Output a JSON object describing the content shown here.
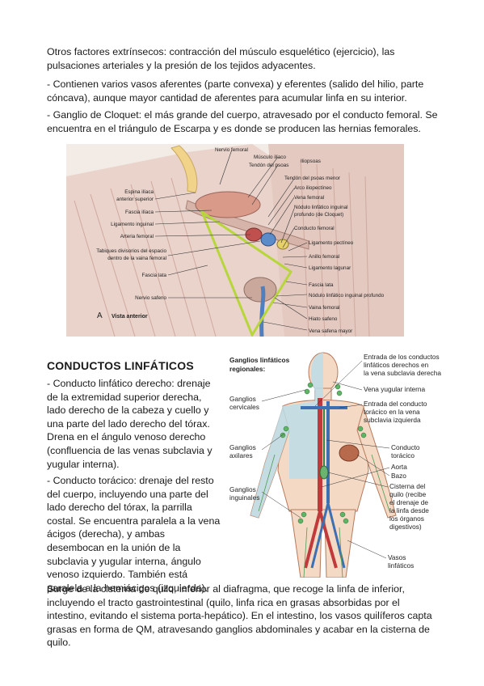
{
  "intro": {
    "p1": "Otros factores extrínsecos: contracción del músculo esquelético (ejercicio), las pulsaciones arteriales y la presión de los tejidos adyacentes.",
    "p2": "- Contienen varios vasos aferentes (parte convexa) y eferentes (salido del hilio, parte cóncava), aunque mayor cantidad de aferentes para acumular linfa en su interior.",
    "p3": "- Ganglio de Cloquet: el más grande del cuerpo, atravesado por el conducto femoral. Se encuentra en el triángulo de Escarpa y es donde se producen las hernias femorales."
  },
  "figure1": {
    "labels_right": [
      "Nervio femoral",
      "Músculo ilíaco",
      "Tendón del psoas",
      "Iliopsoas",
      "Tendón del psoas menor",
      "Arco iliopectíneo",
      "Vena femoral",
      "Nódulo linfático inguinal",
      "profundo (de Cloquet)",
      "Conducto femoral",
      "Ligamento pectíneo",
      "Anillo femoral",
      "Ligamento lagunar",
      "Fascia lata",
      "Nódulo linfático inguinal profundo",
      "Vaina femoral",
      "Hiato safeno",
      "Vena safena mayor"
    ],
    "labels_left": [
      "Espina ilíaca",
      "anterior superior",
      "Fascia ilíaca",
      "Ligamento inguinal",
      "Arteria femoral",
      "Tabiques divisorios del espacio",
      "dentro de la vaina femoral",
      "Fascia lata",
      "Nervio safeno"
    ],
    "caption_letter": "A",
    "caption": "Vista anterior",
    "accent": "#b7d63a"
  },
  "section": {
    "title": "CONDUCTOS LINFÁTICOS",
    "p1": "- Conducto linfático derecho: drenaje de la extremidad superior derecha, lado derecho de la cabeza y cuello y una parte del lado derecho del tórax. Drena en el ángulo venoso derecho (confluencia de las venas subclavia y yugular interna).",
    "p2": "- Conducto torácico: drenaje del resto del cuerpo, incluyendo una parte del lado derecho del tórax, la parrilla costal. Se encuentra paralela a la vena ácigos (derecha), y ambas desembocan en la unión de la subclavia y yugular interna, ángulo venoso izquierdo. También está paralela a la hemiácigos (izquierda)."
  },
  "figure2": {
    "title1": "Ganglios linfáticos",
    "title2": "regionales:",
    "left": [
      "Ganglios",
      "cervicales",
      "Ganglios",
      "axilares",
      "Ganglios",
      "inguinales"
    ],
    "right": [
      "Entrada de los conductos",
      "linfáticos derechos en",
      "la vena subclavia derecha",
      "Vena yugular interna",
      "Entrada del conducto",
      "torácico en la vena",
      "subclavia izquierda",
      "Conducto",
      "torácico",
      "Aorta",
      "Bazo",
      "Cisterna del",
      "quilo (recibe",
      "el drenaje de",
      "la linfa desde",
      "los órganos",
      "digestivos)",
      "Vasos",
      "linfáticos"
    ],
    "shade": "#bcdde8"
  },
  "bottom": "Surge de la cisterna de quilo, inferior al diafragma, que recoge la linfa de inferior, incluyendo el tracto gastrointestinal (quilo, linfa rica en grasas absorbidas por el intestino, evitando el sistema porta-hepático). En el intestino, los vasos quilíferos capta grasas en forma de QM, atravesando ganglios abdominales y acabar en la cisterna de quilo."
}
